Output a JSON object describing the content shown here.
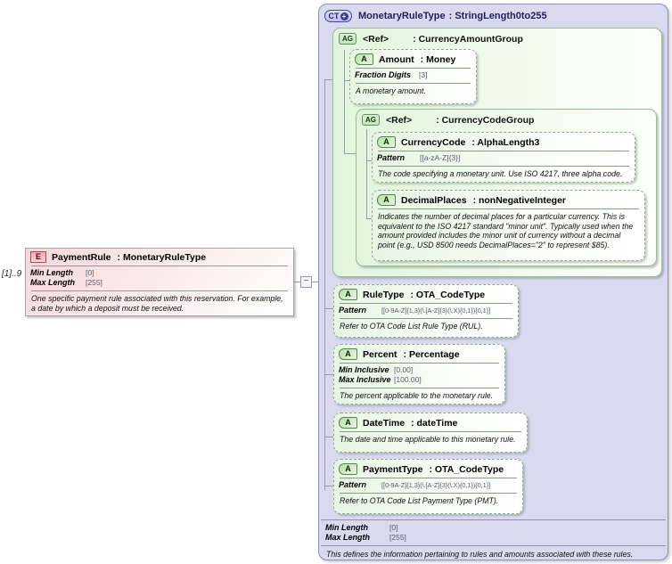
{
  "element": {
    "multiplicity": "[1]..9",
    "icon": "E",
    "name": "PaymentRule",
    "type": ": MonetaryRuleType",
    "facets": [
      {
        "label": "Min Length",
        "value": "[0]"
      },
      {
        "label": "Max Length",
        "value": "[255]"
      }
    ],
    "annotation": "One specific payment rule associated with this reservation.  For example, a date by which a deposit must be received."
  },
  "connector": {
    "toggle_glyph": "−"
  },
  "ct": {
    "icon": "CT",
    "icon_plus": "+",
    "name": "MonetaryRuleType",
    "type": ": StringLength0to255",
    "facets": [
      {
        "label": "Min Length",
        "value": "[0]"
      },
      {
        "label": "Max Length",
        "value": "[255]"
      }
    ],
    "annotation": "This defines the information pertaining to rules and amounts associated with these rules.",
    "cag": {
      "icon": "AG",
      "name": "<Ref>",
      "type": ": CurrencyAmountGroup",
      "amount": {
        "icon": "A",
        "name": "Amount",
        "type": ": Money",
        "facets": [
          {
            "label": "Fraction Digits",
            "value": "[3]"
          }
        ],
        "annotation": "A monetary amount."
      },
      "ccg": {
        "icon": "AG",
        "name": "<Ref>",
        "type": ": CurrencyCodeGroup",
        "currency_code": {
          "icon": "A",
          "name": "CurrencyCode",
          "type": ": AlphaLength3",
          "facets": [
            {
              "label": "Pattern",
              "value": "[[a-zA-Z]{3}]"
            }
          ],
          "annotation": "The code specifying a monetary unit. Use ISO 4217, three alpha code."
        },
        "decimal_places": {
          "icon": "A",
          "name": "DecimalPlaces",
          "type": ": nonNegativeInteger",
          "annotation": "Indicates the number of decimal places for a particular currency. This is equivalent to the ISO 4217 standard \"minor unit\". Typically used when the amount provided includes the minor unit of currency without a decimal point (e.g., USD 8500 needs DecimalPlaces=\"2\" to represent $85)."
        }
      }
    },
    "attrs": [
      {
        "icon": "A",
        "name": "RuleType",
        "type": ": OTA_CodeType",
        "facets": [
          {
            "label": "Pattern",
            "value": "[[0-9A-Z]{1,3}(\\.[A-Z]{3}(\\.X){0,1}){0,1}]"
          }
        ],
        "annotation": "Refer to OTA Code List Rule Type (RUL)."
      },
      {
        "icon": "A",
        "name": "Percent",
        "type": ": Percentage",
        "facets": [
          {
            "label": "Min Inclusive",
            "value": "[0.00]"
          },
          {
            "label": "Max Inclusive",
            "value": "[100.00]"
          }
        ],
        "annotation": "The percent applicable to the monetary rule."
      },
      {
        "icon": "A",
        "name": "DateTime",
        "type": ": dateTime",
        "annotation": "The date and time applicable to this monetary rule."
      },
      {
        "icon": "A",
        "name": "PaymentType",
        "type": ": OTA_CodeType",
        "facets": [
          {
            "label": "Pattern",
            "value": "[[0-9A-Z]{1,3}(\\.[A-Z]{3}(\\.X){0,1}){0,1}]"
          }
        ],
        "annotation": "Refer to OTA Code List Payment Type (PMT)."
      }
    ]
  }
}
